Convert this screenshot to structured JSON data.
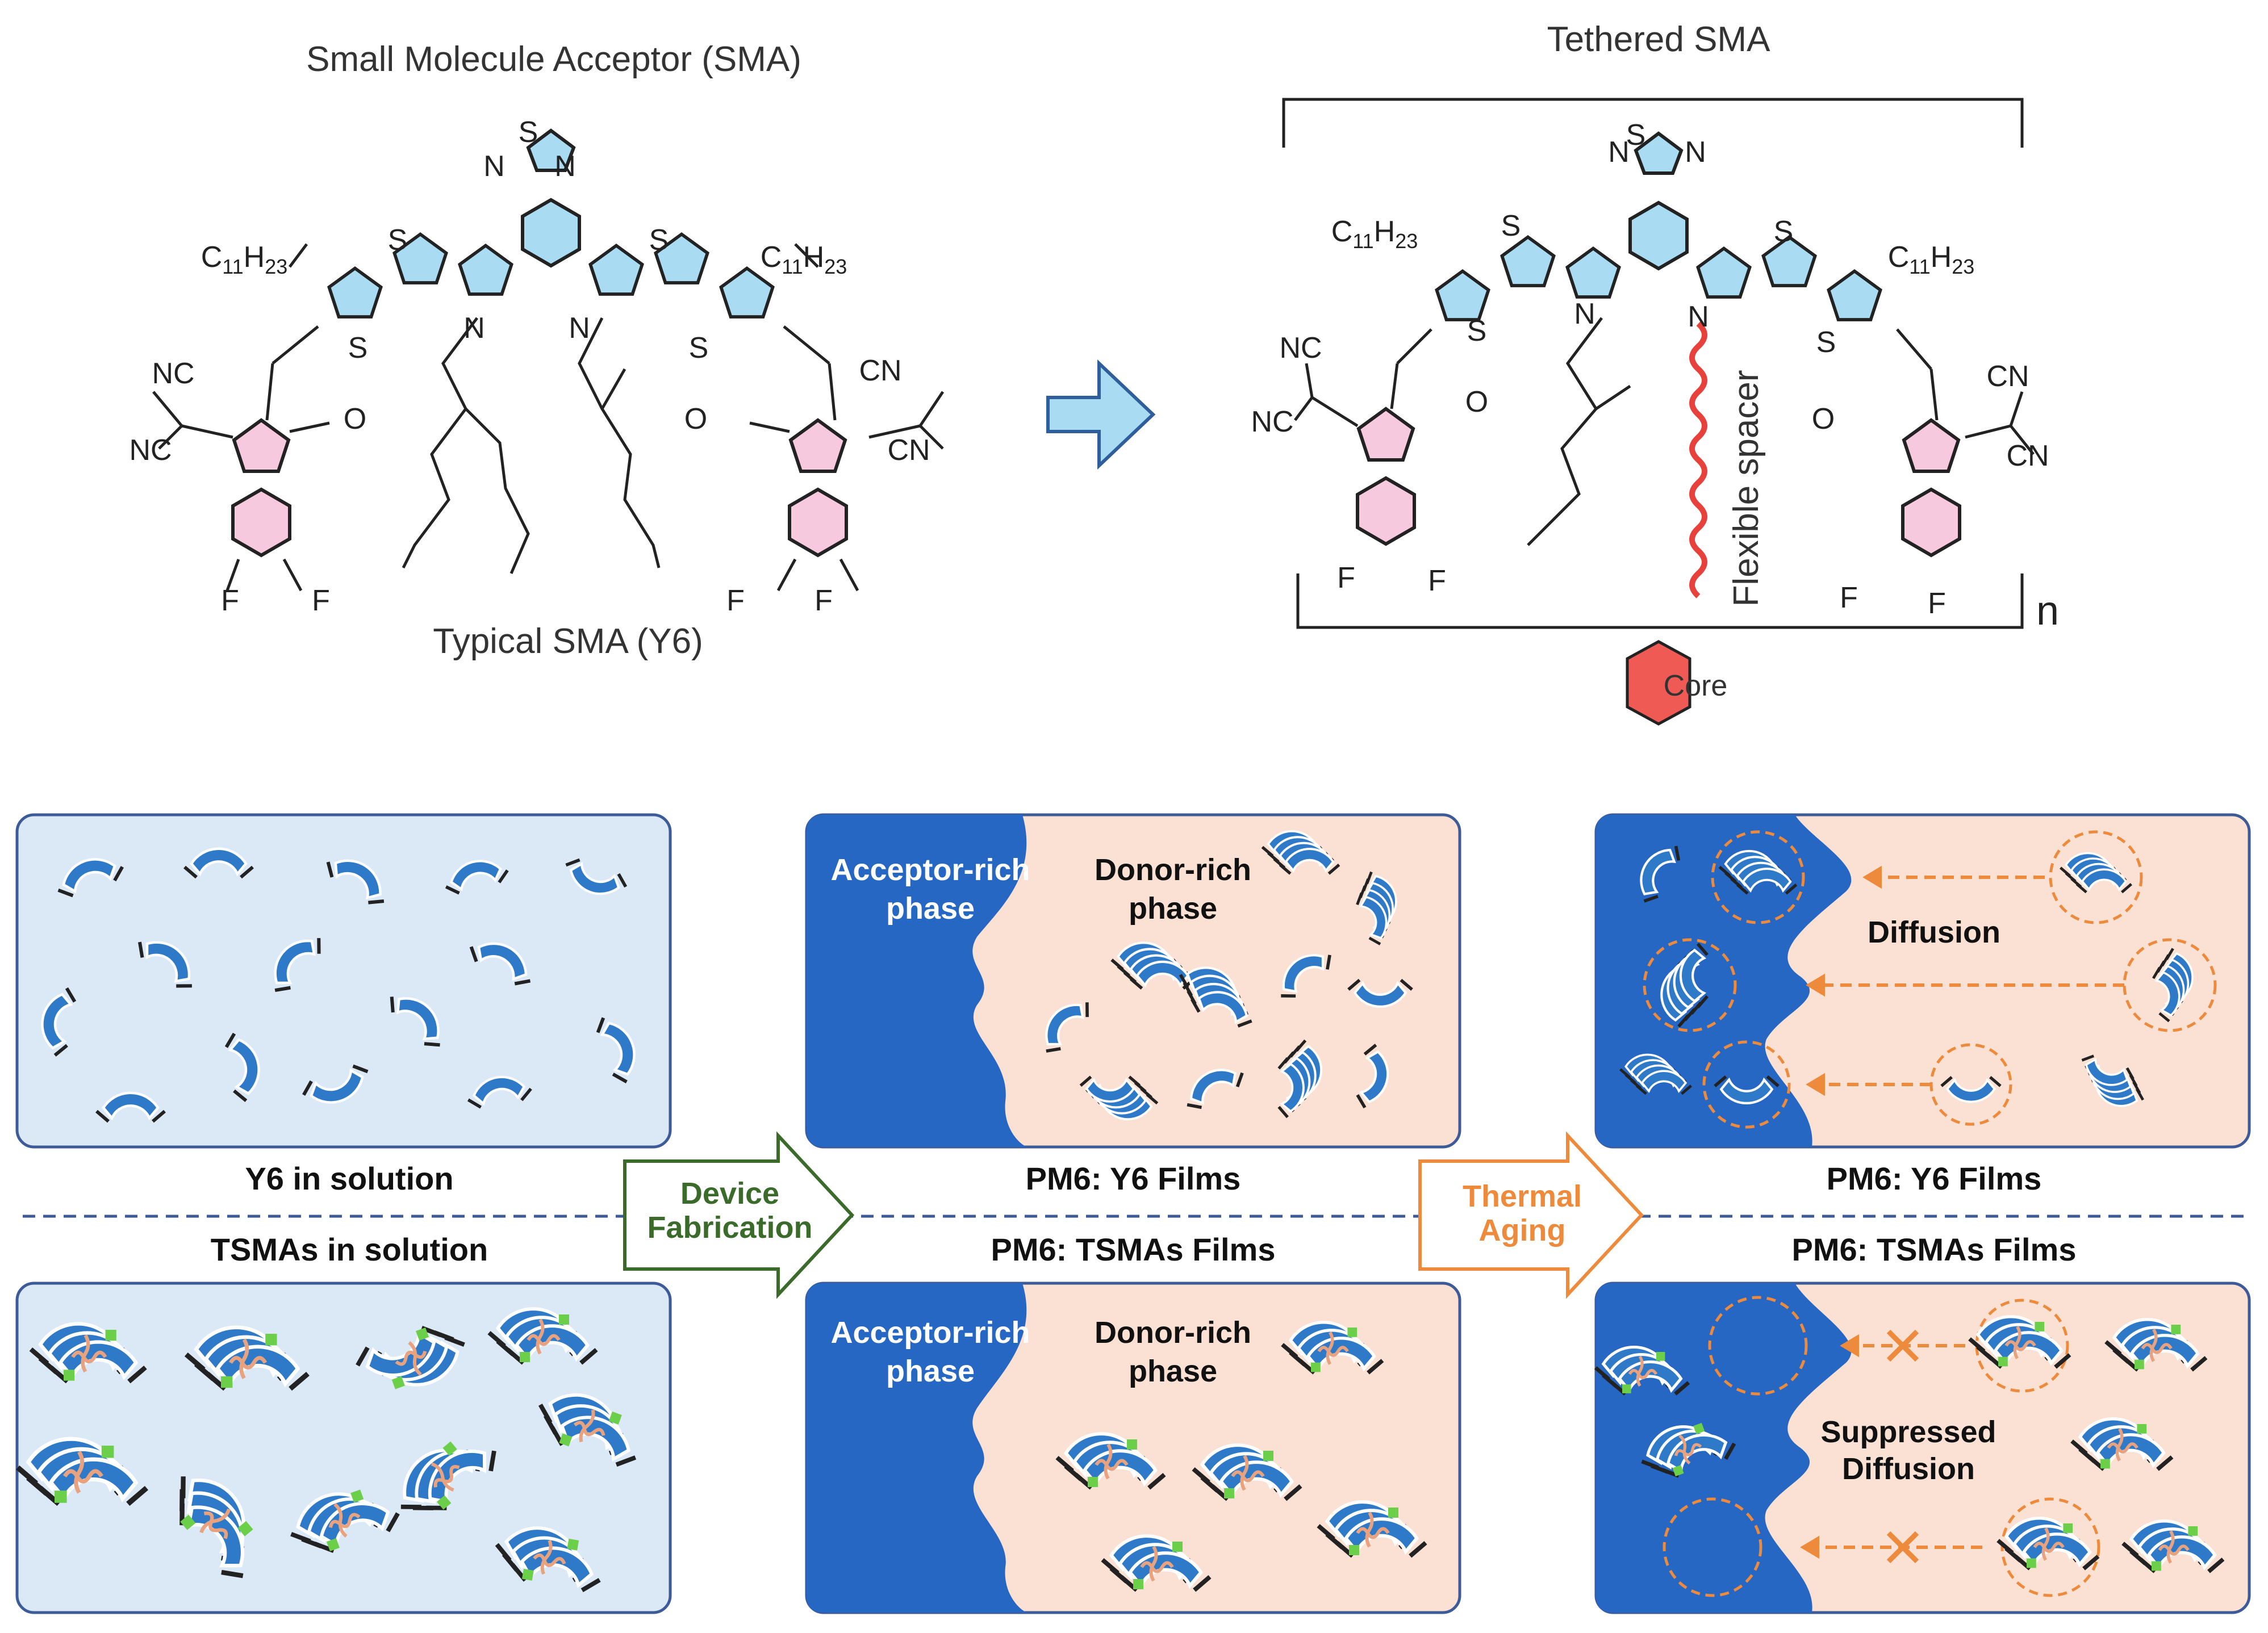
{
  "top": {
    "left_title": "Small Molecule Acceptor (SMA)",
    "left_caption": "Typical SMA (Y6)",
    "right_title": "Tethered SMA",
    "spacer_label": "Flexible spacer",
    "core_label": "Core",
    "repeat_label": "n",
    "atoms": {
      "S": "S",
      "N": "N",
      "F": "F",
      "O": "O",
      "NC": "NC",
      "CN": "CN",
      "C11H23_main": "C",
      "C11H23_sub1": "11",
      "C11H23_mid": "H",
      "C11H23_sub2": "23"
    }
  },
  "panels": {
    "y6_solution": {
      "caption": "Y6 in solution"
    },
    "tsma_solution": {
      "caption": "TSMAs in solution"
    },
    "pm6_y6_film": {
      "caption": "PM6: Y6 Films",
      "acceptor_label_1": "Acceptor-rich",
      "acceptor_label_2": "phase",
      "donor_label_1": "Donor-rich",
      "donor_label_2": "phase"
    },
    "pm6_tsma_film": {
      "caption": "PM6: TSMAs Films",
      "acceptor_label_1": "Acceptor-rich",
      "acceptor_label_2": "phase",
      "donor_label_1": "Donor-rich",
      "donor_label_2": "phase"
    },
    "aged_y6_film": {
      "caption": "PM6: Y6 Films",
      "diffusion_label": "Diffusion"
    },
    "aged_tsma_film": {
      "caption": "PM6: TSMAs Films",
      "suppressed_1": "Suppressed",
      "suppressed_2": "Diffusion"
    }
  },
  "arrows": {
    "device_1": "Device",
    "device_2": "Fabrication",
    "thermal_1": "Thermal",
    "thermal_2": "Aging"
  },
  "colors": {
    "thiophene_fill": "#a9dcf2",
    "indanone_fill": "#f7c9df",
    "acceptor_phase": "#2767c4",
    "donor_phase": "#fbe1d4",
    "solution_bg": "#dbe8f6",
    "panel_border": "#3d5a99",
    "sma_blue": "#2f7ac8",
    "device_arrow": "#3a6b2a",
    "thermal_arrow": "#ee8a3b",
    "spacer_red": "#e8413b",
    "core_red": "#ef5a55"
  }
}
